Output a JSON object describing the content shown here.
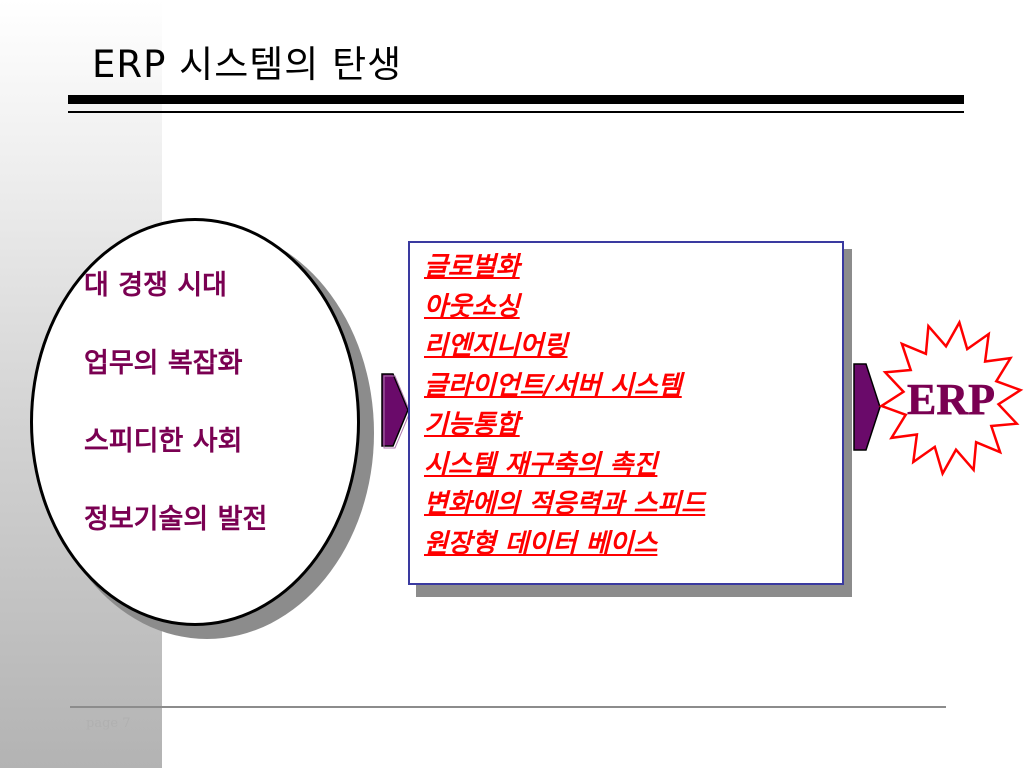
{
  "title": "ERP 시스템의 탄생",
  "footer": {
    "page_label": "page 7"
  },
  "era_items": [
    {
      "label": "대 경쟁 시대"
    },
    {
      "label": "업무의 복잡화"
    },
    {
      "label": "스피디한 사회"
    },
    {
      "label": "정보기술의 발전"
    }
  ],
  "factor_items": [
    {
      "label": "글로벌화"
    },
    {
      "label": "아웃소싱"
    },
    {
      "label": "리엔지니어링"
    },
    {
      "label": "글라이언트/서버 시스템"
    },
    {
      "label": "기능통합"
    },
    {
      "label": "시스템 재구축의 촉진"
    },
    {
      "label": "변화에의 적응력과 스피드"
    },
    {
      "label": "원장형 데이터 베이스"
    }
  ],
  "result": {
    "label": "ERP"
  },
  "colors": {
    "era_text": "#7a0052",
    "factor_text": "#ff0000",
    "arrow": "#6a0a6a",
    "box_border": "#3a3aa0",
    "starburst_outline": "#ff0000",
    "erp_text": "#7a0052"
  },
  "icons": [
    "right-arrow-icon",
    "starburst-icon"
  ]
}
